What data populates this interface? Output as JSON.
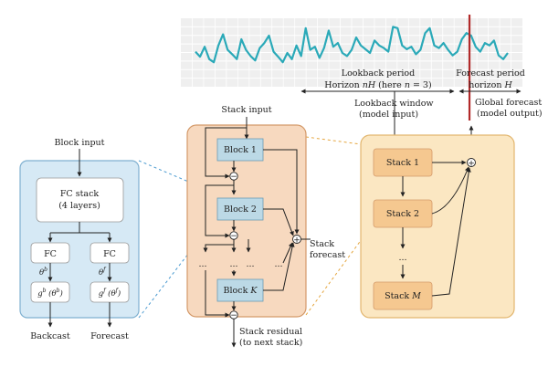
{
  "colors": {
    "series": "#2aa9b8",
    "forecast_line": "#b22a2a",
    "block_panel_fill": "#d6e9f5",
    "block_panel_stroke": "#7fb0d0",
    "stack_panel_fill": "#f7d9bf",
    "stack_panel_stroke": "#d49a6a",
    "global_panel_fill": "#fbe7c2",
    "global_panel_stroke": "#e2b66f",
    "block_box_fill": "#bcd9e6",
    "stack_box_fill": "#f5c890"
  },
  "top_plot": {
    "series_values": [
      0.52,
      0.44,
      0.6,
      0.4,
      0.35,
      0.62,
      0.8,
      0.55,
      0.48,
      0.4,
      0.72,
      0.55,
      0.45,
      0.38,
      0.58,
      0.66,
      0.78,
      0.52,
      0.44,
      0.35,
      0.5,
      0.4,
      0.62,
      0.45,
      0.9,
      0.55,
      0.6,
      0.42,
      0.58,
      0.86,
      0.6,
      0.66,
      0.5,
      0.45,
      0.55,
      0.75,
      0.62,
      0.56,
      0.5,
      0.7,
      0.62,
      0.58,
      0.52,
      0.92,
      0.9,
      0.62,
      0.56,
      0.6,
      0.48,
      0.55,
      0.82,
      0.9,
      0.62,
      0.58,
      0.66,
      0.55,
      0.46,
      0.52,
      0.72,
      0.82,
      0.78,
      0.6,
      0.52,
      0.66,
      0.62,
      0.7,
      0.46,
      0.4,
      0.5
    ],
    "forecast_split_fraction": 0.845,
    "lookback_label": "Lookback period",
    "lookback_horizon_prefix": "Horizon ",
    "lookback_horizon_var": "nH",
    "lookback_horizon_suffix": " (here ",
    "lookback_n": "n",
    "lookback_eq": " = 3)",
    "forecast_label": "Forecast period",
    "forecast_horizon": "horizon ",
    "forecast_horizon_var": "H"
  },
  "block_panel": {
    "title": "Block input",
    "fc_stack_line1": "FC stack",
    "fc_stack_line2": "(4 layers)",
    "fc_left": "FC",
    "fc_right": "FC",
    "theta": "θ",
    "theta_b_sup": "b",
    "theta_f_sup": "f",
    "g": "g",
    "g_b_sup": "b",
    "g_f_sup": "f",
    "backcast": "Backcast",
    "forecast": "Forecast"
  },
  "stack_panel": {
    "title": "Stack input",
    "block1": "Block 1",
    "block2": "Block 2",
    "blockK_prefix": "Block ",
    "blockK_var": "K",
    "dots": "...",
    "stack_forecast_1": "Stack",
    "stack_forecast_2": "forecast",
    "residual_1": "Stack residual",
    "residual_2": "(to next stack)"
  },
  "global_panel": {
    "lookback_1": "Lookback window",
    "lookback_2": "(model input)",
    "global_1": "Global forecast",
    "global_2": "(model output)",
    "stack1": "Stack 1",
    "stack2": "Stack 2",
    "stackM_prefix": "Stack ",
    "stackM_var": "M",
    "dots": "..."
  },
  "symbols": {
    "minus": "−",
    "plus": "+"
  }
}
